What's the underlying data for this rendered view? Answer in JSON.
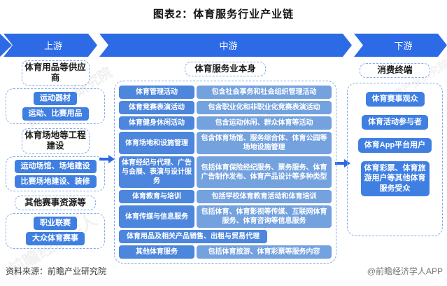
{
  "title": "图表2：体育服务行业产业链",
  "band": {
    "upstream": "上游",
    "midstream": "中游",
    "downstream": "下游"
  },
  "upstream": {
    "groups": [
      {
        "header": "体育用品等供应商",
        "items": [
          "运动器材",
          "运动、比赛用品"
        ]
      },
      {
        "header": "体育场地等工程建设",
        "items": [
          "运动场馆、场地建设",
          "比赛场地建设、装修"
        ]
      },
      {
        "header": "其他赛事资源等",
        "items": [
          "职业联赛",
          "大众体育赛事"
        ]
      }
    ]
  },
  "midstream": {
    "header": "体育服务业本身",
    "rows": [
      {
        "category": "体育管理活动",
        "description": "包含社会事务和社会组织管理活动"
      },
      {
        "category": "体育竞赛表演活动",
        "description": "包含职业化和非职业化竞赛表演活动"
      },
      {
        "category": "体育健身休闲活动",
        "description": "包含运动休闲、群众体育等活动"
      },
      {
        "category": "体育场地和设施管理",
        "description": "包含体育场馆、服务综合体、体育公园等场地设施管理"
      },
      {
        "category": "体育经纪与代理、广告与会展、表演与设计服务",
        "description": "包括体育保险经纪服务、票务服务、体育广告制作发布、体育产品设计等多种类型"
      },
      {
        "category": "体育教育与培训",
        "description": "包括学校体育教育活动和体育培训"
      },
      {
        "category": "体育传媒与信息服务",
        "description": "包括体育、体育影视等传媒、互联网体育服务、体育咨询等信息服务"
      },
      {
        "category": "体育用品及相关产品销售、出租与贸易代理",
        "description": ""
      },
      {
        "category": "其他体育服务",
        "description": "包括体育旅游、体育彩票等服务内容"
      }
    ]
  },
  "downstream": {
    "header": "消费终端",
    "items": [
      "体育赛事观众",
      "体育活动参与者",
      "体育App平台用户",
      "体育彩票、体育旅游用户等其他体育服务受众"
    ]
  },
  "footer": {
    "source": "资料来源：前瞻产业研究院",
    "credit": "@前瞻经济学人APP"
  },
  "watermarks": [
    "前瞻产业研究院",
    "前瞻经济学人"
  ],
  "colors": {
    "band_blue": "#2D6BE6",
    "item_blue": "#3F7FE2",
    "category_blue": "#4C86DD",
    "description_blue": "#74A2DF",
    "dashed_border": "#7FABEB"
  }
}
